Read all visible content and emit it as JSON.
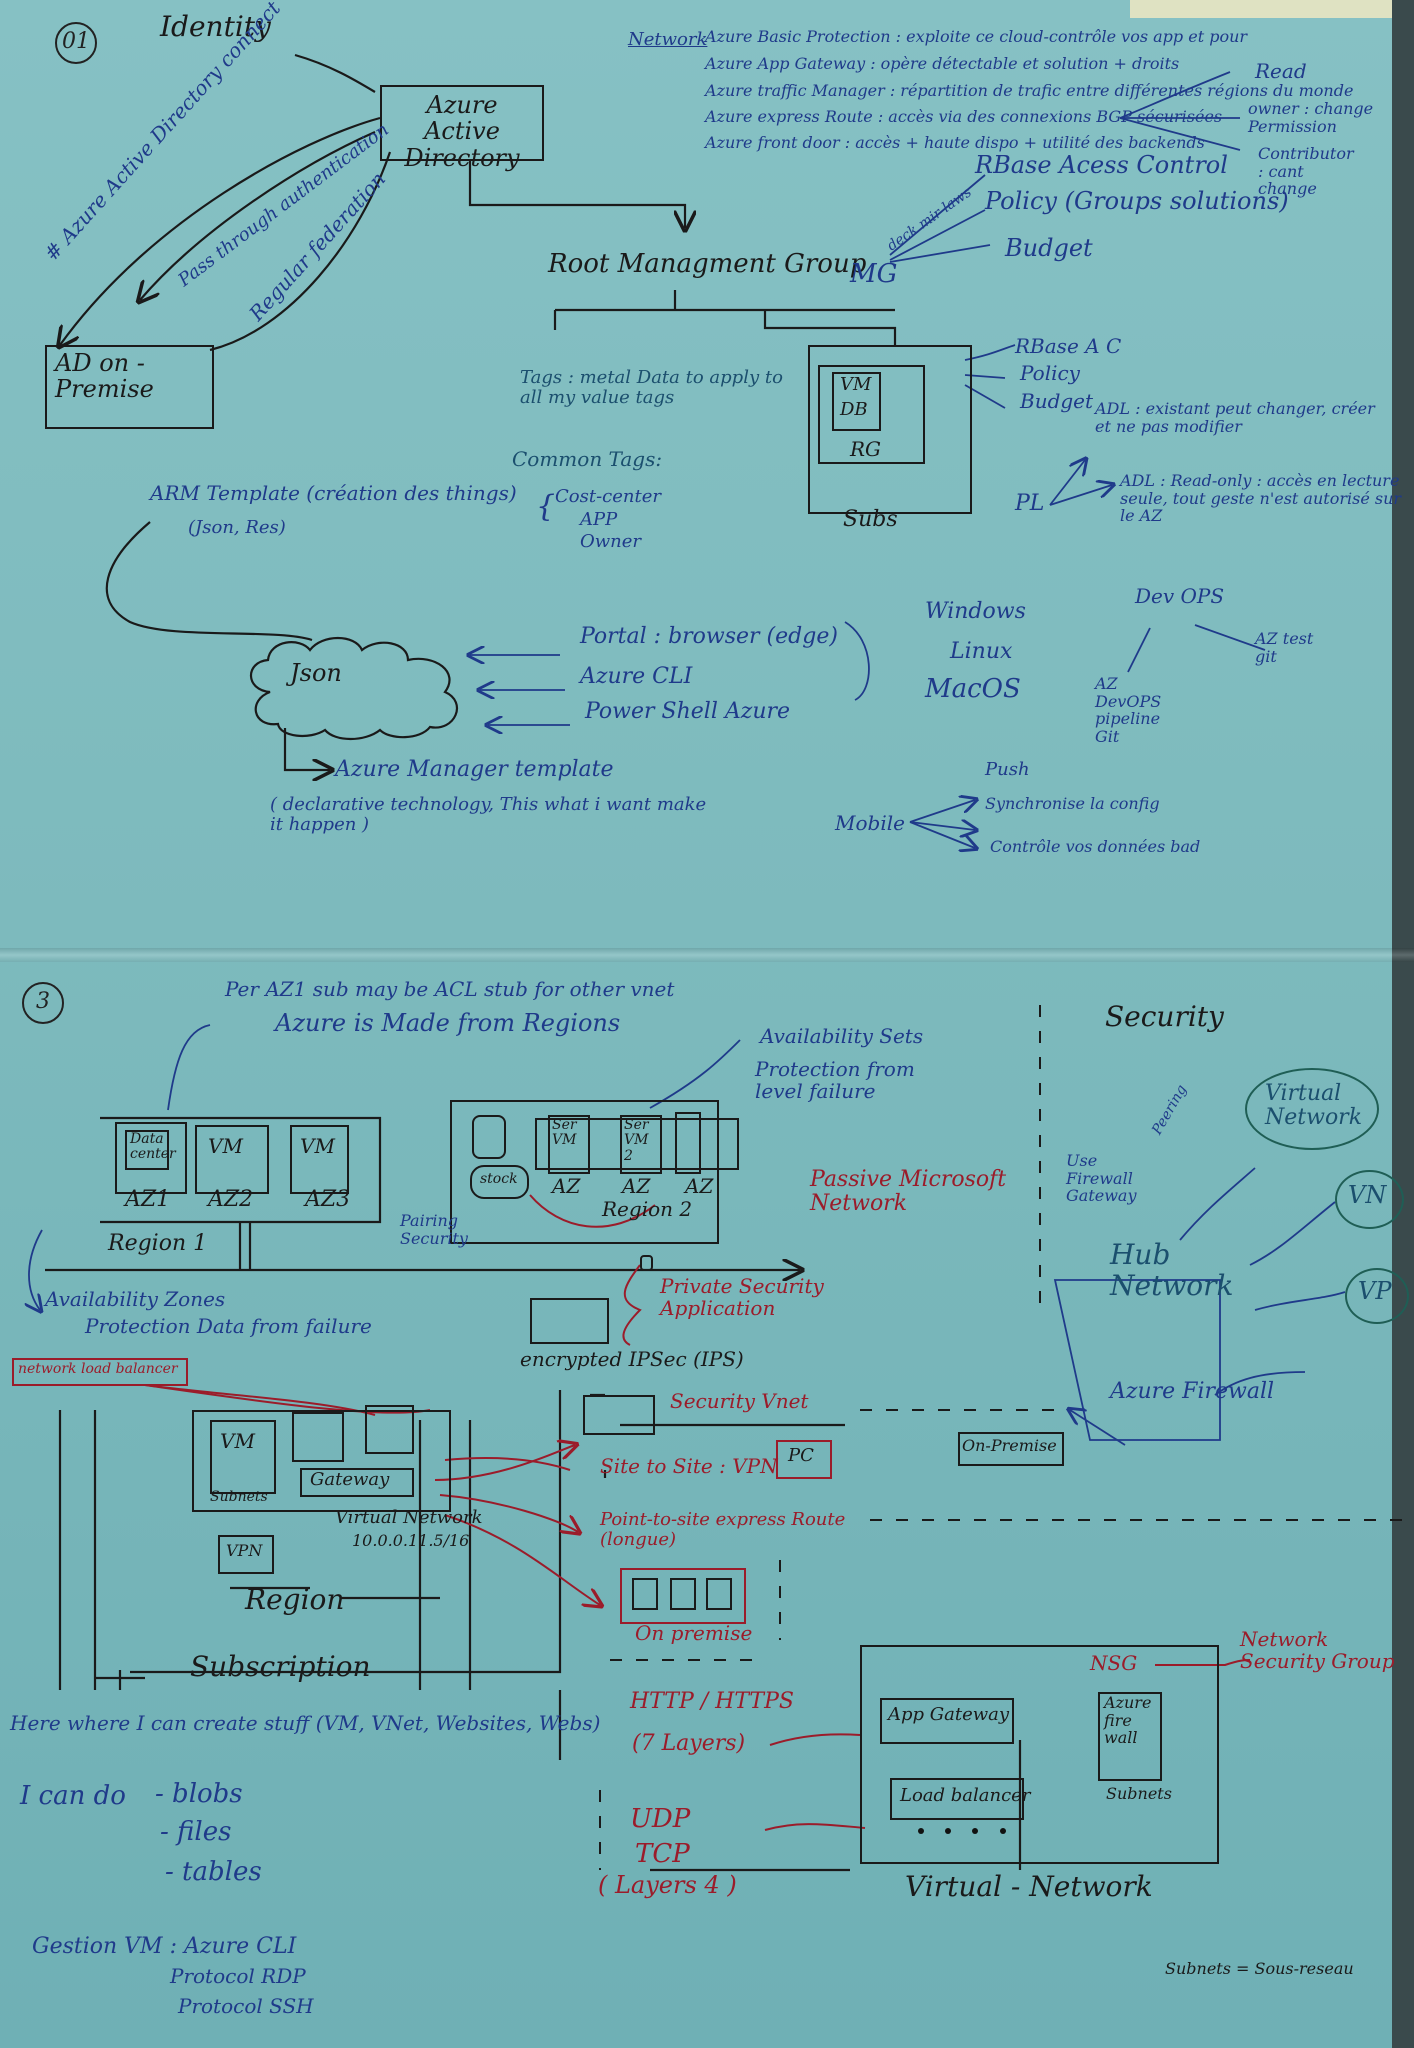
{
  "section1": {
    "number": "01",
    "title": "Identity",
    "network_label": "Network",
    "network_notes": [
      "Azure Basic Protection : exploite ce cloud-contrôle vos app et pour",
      "Azure App Gateway : opère détectable et solution + droits",
      "Azure traffic Manager : répartition de trafic entre différentes régions du monde",
      "Azure express Route : accès via des connexions BGP sécurisées",
      "Azure front door : accès + haute dispo + utilité des backends"
    ],
    "read_label": "Read",
    "read_items": [
      "owner : change Permission",
      "Contributor : cant change"
    ],
    "aad": "Azure Active Directory",
    "aad_connect": "# Azure Active Directory connect",
    "pass_through": "Pass through authentication",
    "federation": "Regular federation",
    "on_premise": "AD on - Premise",
    "root_mg": "Root Managment Group",
    "mg": "MG",
    "mg_note": "deck mir laws",
    "mg_policies": [
      "RBase Acess Control",
      "Policy (Groups solutions)",
      "Budget"
    ],
    "tags": "Tags : metal Data to apply to all my value tags",
    "common_tags": "Common Tags:",
    "common_tag_items": [
      "Cost-center",
      "APP",
      "Owner"
    ],
    "sub_inner": [
      "VM",
      "DB"
    ],
    "rg": "RG",
    "subs": "Subs",
    "subs_policies": [
      "RBase A C",
      "Policy",
      "Budget"
    ],
    "pl": "PL",
    "pl_items": [
      "ADL : existant peut changer, créer et ne pas modifier",
      "ADL : Read-only : accès en lecture seule, tout geste n'est autorisé sur le AZ"
    ],
    "arm": "ARM Template (création des things)",
    "arm_sub": "(Json, Res)",
    "json": "Json",
    "tools": [
      "Portal : browser (edge)",
      "Azure CLI",
      "Power Shell Azure"
    ],
    "os": [
      "Windows",
      "Linux",
      "MacOS"
    ],
    "devops": "Dev OPS",
    "az_devops": "AZ DevOPS pipeline Git",
    "az_test": "AZ test git",
    "arm_template": "Azure Manager template",
    "arm_template_note": "( declarative technology, This what i want make it happen )",
    "mobile": "Mobile",
    "mobile_items": [
      "Push",
      "Synchronise la config",
      "Contrôle vos données bad"
    ]
  },
  "section2": {
    "number": "3",
    "top_note": "Per AZ1 sub may be ACL stub for other vnet",
    "regions_note": "Azure is Made from Regions",
    "availability_sets": "Availability Sets",
    "availability_sets_note": "Protection from level failure",
    "region1": "Region 1",
    "region2": "Region 2",
    "az_labels": [
      "AZ1",
      "AZ2",
      "AZ3"
    ],
    "az_vm": [
      "Data center",
      "VM",
      "VM"
    ],
    "az2_labels": [
      "AZ",
      "AZ",
      "AZ"
    ],
    "rack_vm": [
      "Ser VM",
      "Ser VM 2"
    ],
    "storage": "stock",
    "pairing": "Pairing Security",
    "backbone": "Passive Microsoft Network",
    "availability_zones": "Availability Zones",
    "availability_zones_note": "Protection Data from failure",
    "load_balancer": "network load balancer",
    "private_security": "Private Security Application",
    "encrypted": "encrypted IPSec (IPS)",
    "security_vnet": "Security Vnet",
    "site_to_site": "Site to Site : VPN",
    "pc": "PC",
    "point_to_site": "Point-to-site express Route (longue)",
    "on_premise": "On premise",
    "subnets": "Subnets",
    "gateway": "Gateway",
    "vm": "VM",
    "vnet": "Virtual Network",
    "vnet_ip": "10.0.0.11.5/16",
    "vpn": "VPN",
    "region": "Region",
    "subscription": "Subscription",
    "security": "Security",
    "hub_label": "Hub Network",
    "hub_side": "Use Firewall Gateway",
    "hub_top": "Peering",
    "virtual_network": "Virtual Network",
    "vn": "VN",
    "vp": "VP",
    "azure_firewall": "Azure Firewall",
    "on_premise2": "On-Premise",
    "here": "Here where I can create stuff (VM, VNet, Websites, Webs)",
    "icon_do": "I can do",
    "icon_items": [
      "- blobs",
      "- files",
      "- tables"
    ],
    "http": "HTTP / HTTPS",
    "http_layer": "(7 Layers)",
    "udp": "UDP",
    "tcp": "TCP",
    "layer4": "( Layers 4 )",
    "nsg": "NSG",
    "nsg_note": "Network Security Group",
    "app_gateway": "App Gateway",
    "azure_firewall_box": "Azure fire wall",
    "lb": "Load balancer",
    "subnets2": "Subnets",
    "vnet_bottom": "Virtual - Network",
    "gestion": "Gestion VM : Azure CLI",
    "gestion_items": [
      "Protocol RDP",
      "Protocol SSH"
    ],
    "subnets_sous": "Subnets = Sous-reseau"
  }
}
